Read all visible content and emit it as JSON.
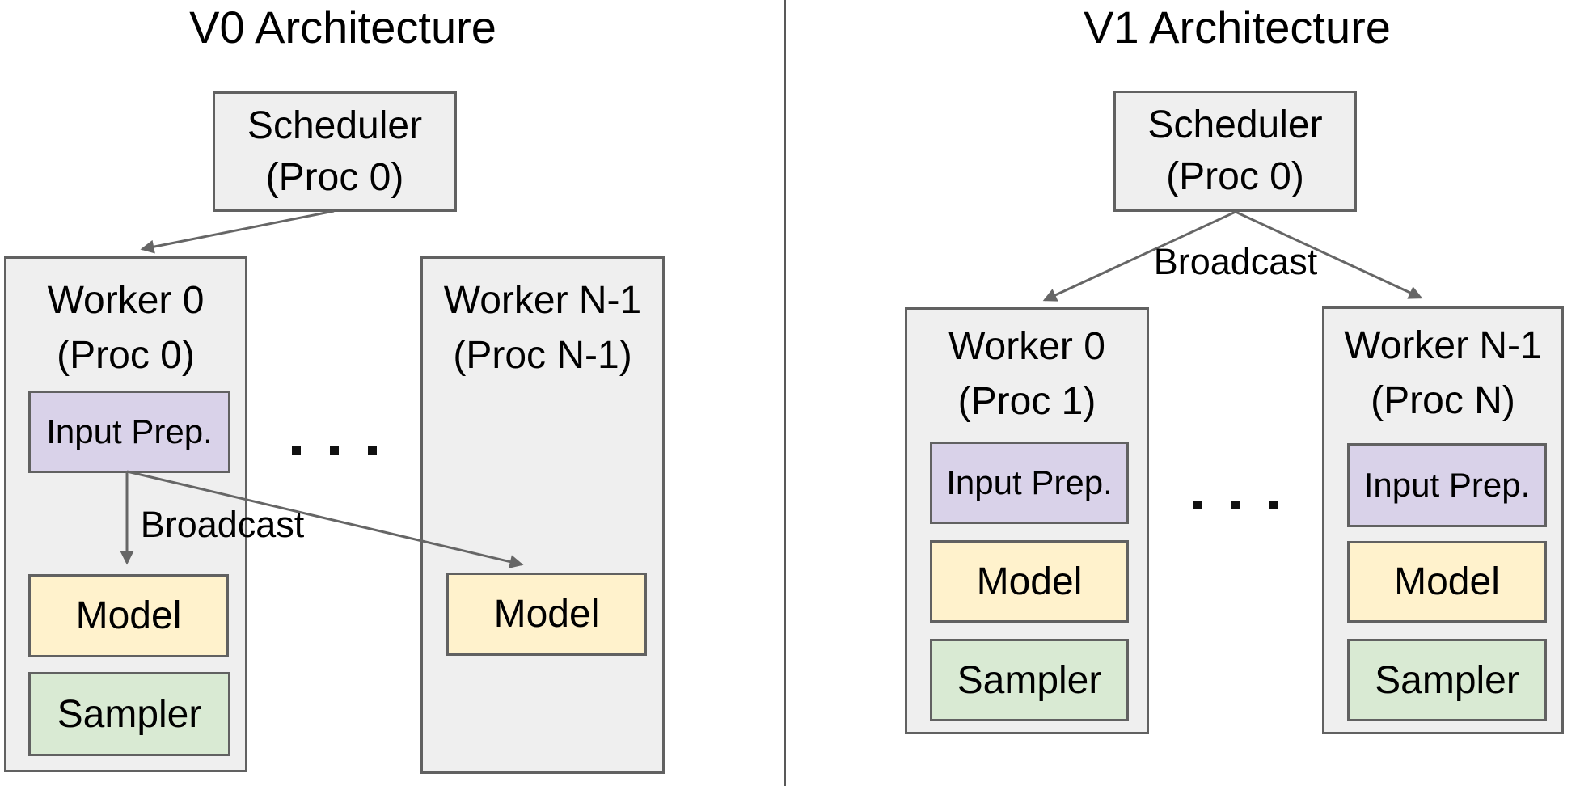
{
  "v0": {
    "title": "V0 Architecture",
    "scheduler": {
      "name": "Scheduler",
      "proc": "(Proc 0)"
    },
    "worker0": {
      "name": "Worker 0",
      "proc": "(Proc 0)",
      "input_prep": "Input Prep.",
      "model": "Model",
      "sampler": "Sampler"
    },
    "workerN": {
      "name": "Worker N-1",
      "proc": "(Proc N-1)",
      "model": "Model"
    },
    "broadcast": "Broadcast"
  },
  "v1": {
    "title": "V1 Architecture",
    "scheduler": {
      "name": "Scheduler",
      "proc": "(Proc 0)"
    },
    "worker0": {
      "name": "Worker 0",
      "proc": "(Proc 1)",
      "input_prep": "Input Prep.",
      "model": "Model",
      "sampler": "Sampler"
    },
    "workerN": {
      "name": "Worker N-1",
      "proc": "(Proc N)",
      "input_prep": "Input Prep.",
      "model": "Model",
      "sampler": "Sampler"
    },
    "broadcast": "Broadcast"
  },
  "colors": {
    "background": "#ffffff",
    "container_fill": "#efefef",
    "container_border": "#616161",
    "input_prep_fill": "#d9d2e9",
    "model_fill": "#fff2cc",
    "sampler_fill": "#d9ead3",
    "arrow": "#666666",
    "divider": "#595959",
    "text": "#000000"
  }
}
